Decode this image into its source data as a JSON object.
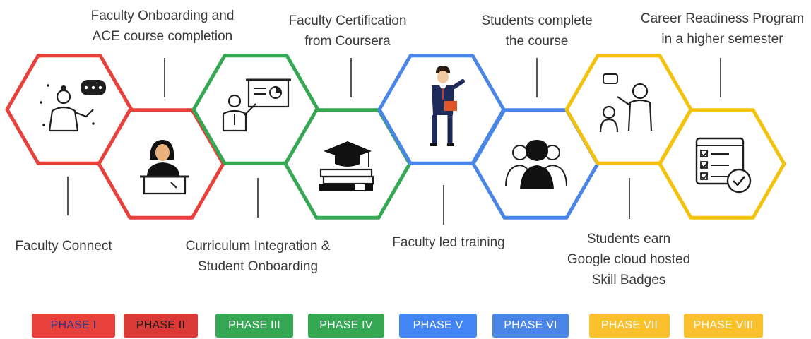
{
  "colors": {
    "red": "#e8413c",
    "green": "#34a853",
    "blue": "#4a86e8",
    "yellow": "#f4c20d",
    "connector": "#555555"
  },
  "steps": [
    {
      "label_lines": [
        "Faculty Connect"
      ],
      "icon": "faculty-speaking-icon",
      "color": "red"
    },
    {
      "label_lines": [
        "Faculty Onboarding and",
        "ACE course completion"
      ],
      "icon": "student-at-desk-icon",
      "color": "red"
    },
    {
      "label_lines": [
        "Curriculum Integration &",
        "Student Onboarding"
      ],
      "icon": "presentation-board-icon",
      "color": "green"
    },
    {
      "label_lines": [
        "Faculty Certification",
        "from Coursera"
      ],
      "icon": "graduation-cap-books-icon",
      "color": "green"
    },
    {
      "label_lines": [
        "Faculty led training"
      ],
      "icon": "teacher-with-pointer-icon",
      "color": "blue"
    },
    {
      "label_lines": [
        "Students complete",
        "the course"
      ],
      "icon": "student-group-icon",
      "color": "blue"
    },
    {
      "label_lines": [
        "Students earn",
        "Google cloud hosted",
        "Skill Badges"
      ],
      "icon": "mentor-students-icon",
      "color": "yellow"
    },
    {
      "label_lines": [
        "Career Readiness Program",
        "in a higher semester"
      ],
      "icon": "checklist-icon",
      "color": "yellow"
    }
  ],
  "phases": [
    {
      "label": "PHASE I",
      "bg": "#e8413c",
      "fg": "#2b3a8c"
    },
    {
      "label": "PHASE II",
      "bg": "#d93a35",
      "fg": "#1e1e1e"
    },
    {
      "label": "PHASE III",
      "bg": "#34a853",
      "fg": "#ffffff"
    },
    {
      "label": "PHASE IV",
      "bg": "#34a853",
      "fg": "#ffffff"
    },
    {
      "label": "PHASE V",
      "bg": "#4285f4",
      "fg": "#ffffff"
    },
    {
      "label": "PHASE VI",
      "bg": "#4a86e8",
      "fg": "#ffffff"
    },
    {
      "label": "PHASE VII",
      "bg": "#fbc02d",
      "fg": "#ffffff"
    },
    {
      "label": "PHASE VIII",
      "bg": "#fbc02d",
      "fg": "#ffffff"
    }
  ]
}
